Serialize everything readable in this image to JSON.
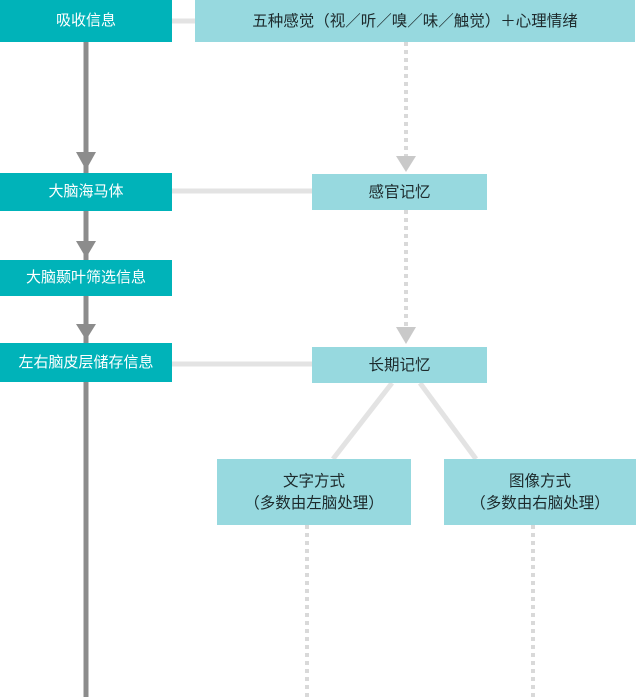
{
  "diagram": {
    "left_nodes": {
      "absorb": "吸收信息",
      "hippocampus": "大脑海马体",
      "temporal": "大脑颞叶筛选信息",
      "cortex": "左右脑皮层储存信息"
    },
    "right_nodes": {
      "senses": "五种感觉（视／听／嗅／味／触觉）＋心理情绪",
      "sensory_memory": "感官记忆",
      "long_term_memory": "长期记忆",
      "text_mode": {
        "line1": "文字方式",
        "line2": "（多数由左脑处理）"
      },
      "image_mode": {
        "line1": "图像方式",
        "line2": "（多数由右脑处理）"
      }
    },
    "colors": {
      "dark_node": "#00b3b9",
      "light_node": "#97d9df",
      "main_line": "#8c8c8c",
      "connector": "#e3e3e3",
      "dotted": "#d9d9d9",
      "arrow_light": "#c9c9c9"
    }
  }
}
